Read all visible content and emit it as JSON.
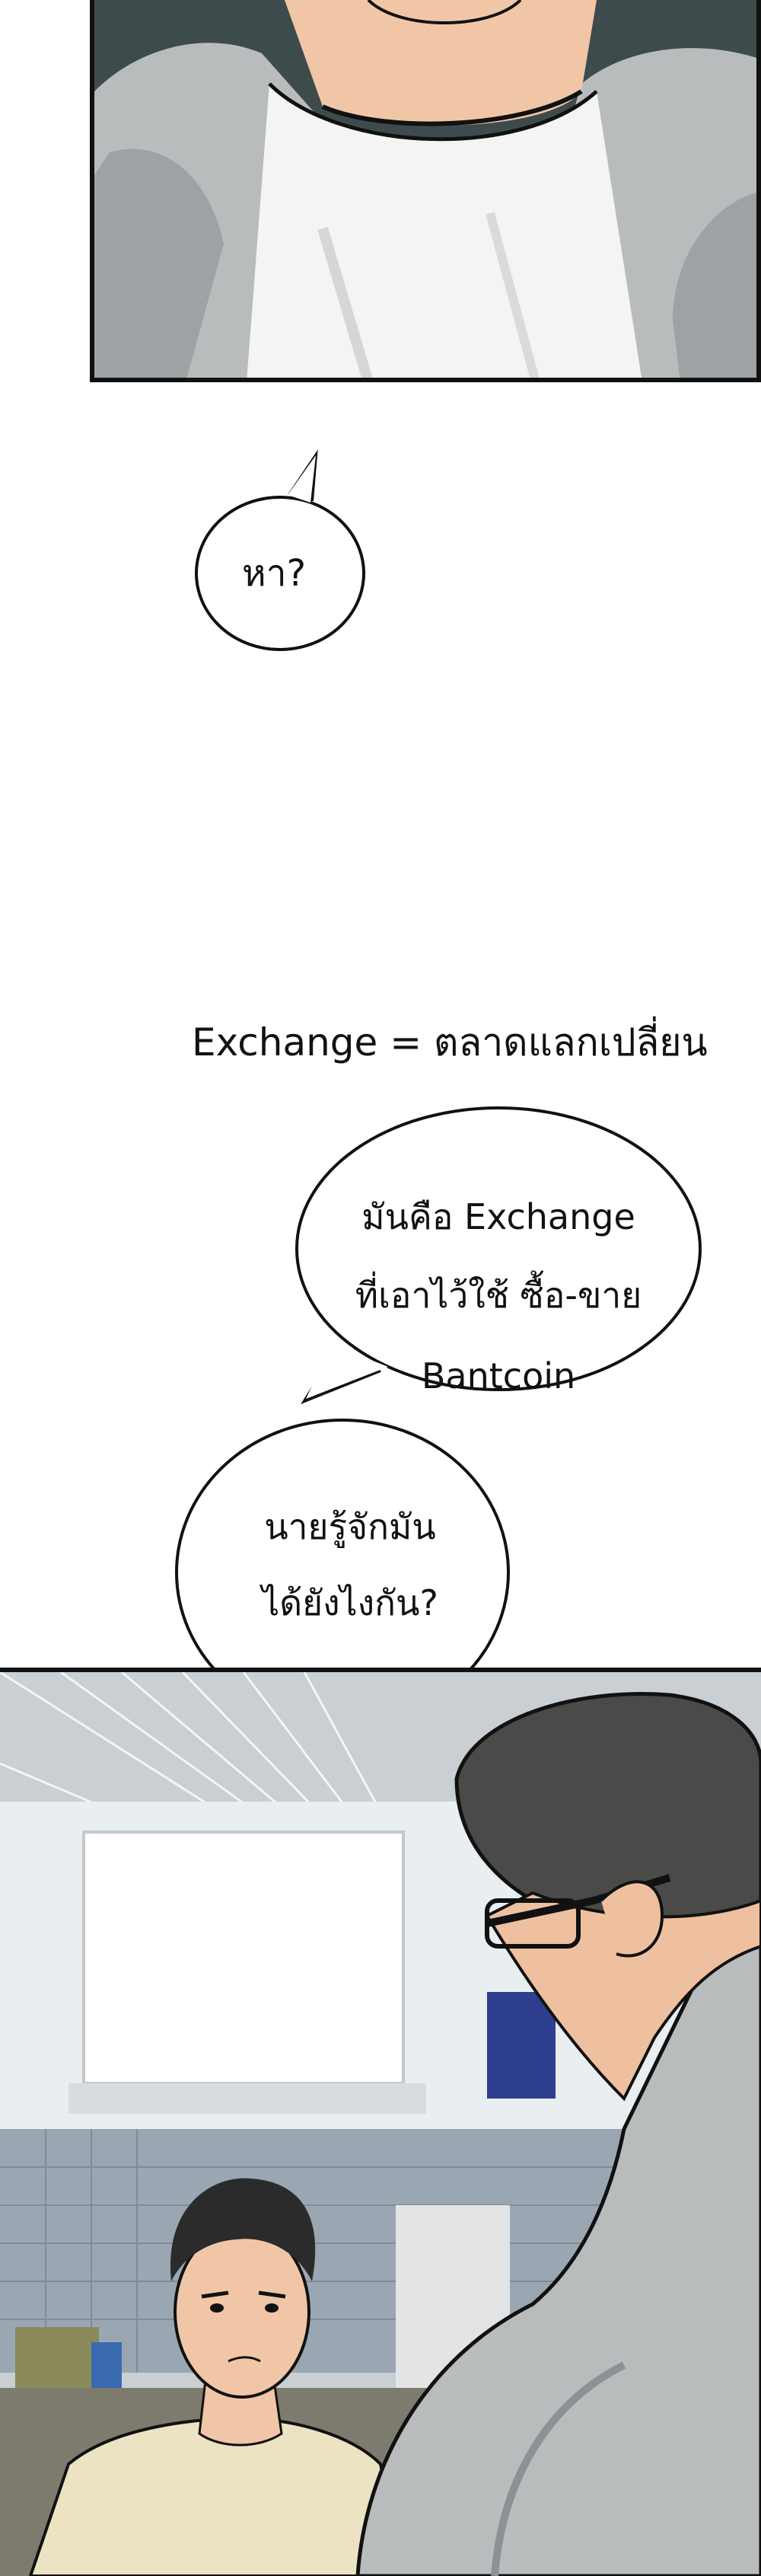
{
  "bubbles": {
    "ha": {
      "text": "หา?"
    },
    "exchange": {
      "line1": "มันคือ Exchange",
      "line2": "ที่เอาไว้ใช้ ซื้อ-ขาย",
      "line3": "Bantcoin"
    },
    "how": {
      "line1": "นายรู้จักมัน",
      "line2": "ได้ยังไงกัน?"
    }
  },
  "note": {
    "text": "Exchange = ตลาดแลกเปลี่ยน"
  },
  "colors": {
    "ink": "#111111",
    "paper": "#ffffff",
    "jacket": "#b9bcbd",
    "shirt": "#f4f4f4",
    "skin": "#f1c6a6",
    "wall": "#aeb8c0",
    "tshirt": "#ece3c2",
    "hair": "#2b2b2b"
  }
}
